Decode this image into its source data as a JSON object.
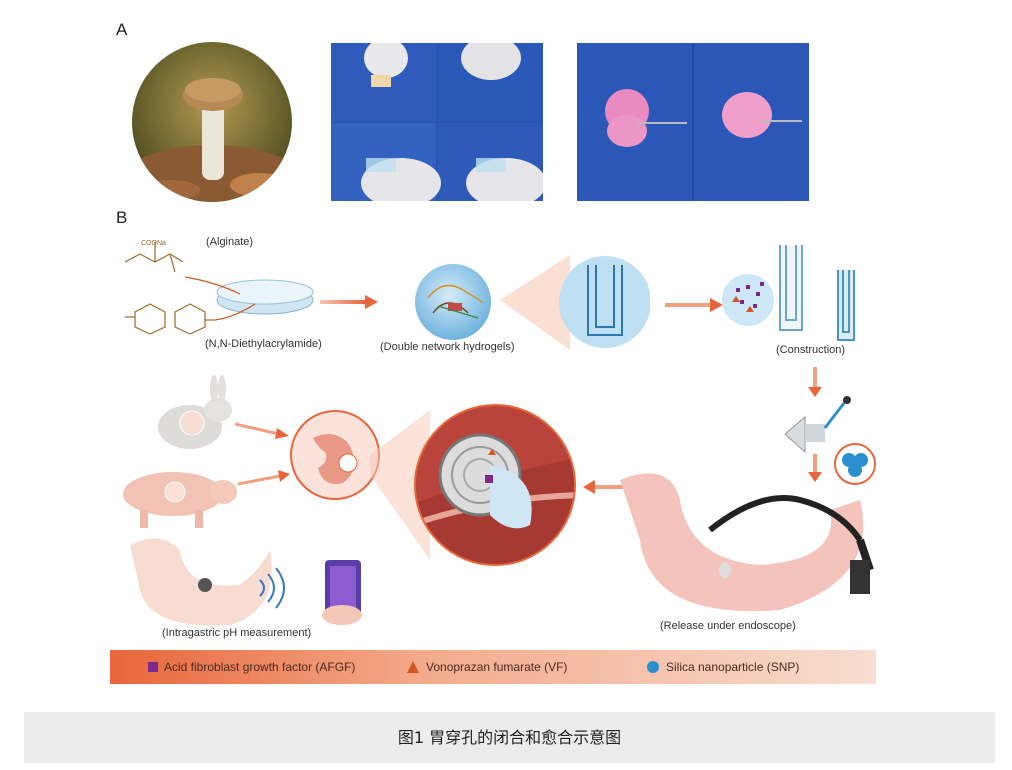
{
  "figure": {
    "panel_a_label": "A",
    "panel_b_label": "B",
    "labels": {
      "alginate": "(Alginate)",
      "nndea": "(N,N-Diethylacrylamide)",
      "double_network": "(Double network hydrogels)",
      "construction": "(Construction)",
      "ph_measure": "(Intragastric pH measurement)",
      "release": "(Release under endoscope)",
      "coona": "COONa"
    },
    "legend": [
      {
        "symbol": "square",
        "color": "#7b2a8c",
        "text": "Acid fibroblast growth factor (AFGF)"
      },
      {
        "symbol": "triangle",
        "color": "#d4561e",
        "text": "Vonoprazan fumarate (VF)"
      },
      {
        "symbol": "circle",
        "color": "#2b8fd0",
        "text": "Silica nanoparticle (SNP)"
      }
    ],
    "caption": "图1 胃穿孔的闭合和愈合示意图"
  },
  "colors": {
    "accent_orange": "#e8663a",
    "photo_blue": "#2b55b3",
    "hydrogel_pink": "#e98bc0",
    "stomach_pink": "#f4c4bc"
  }
}
